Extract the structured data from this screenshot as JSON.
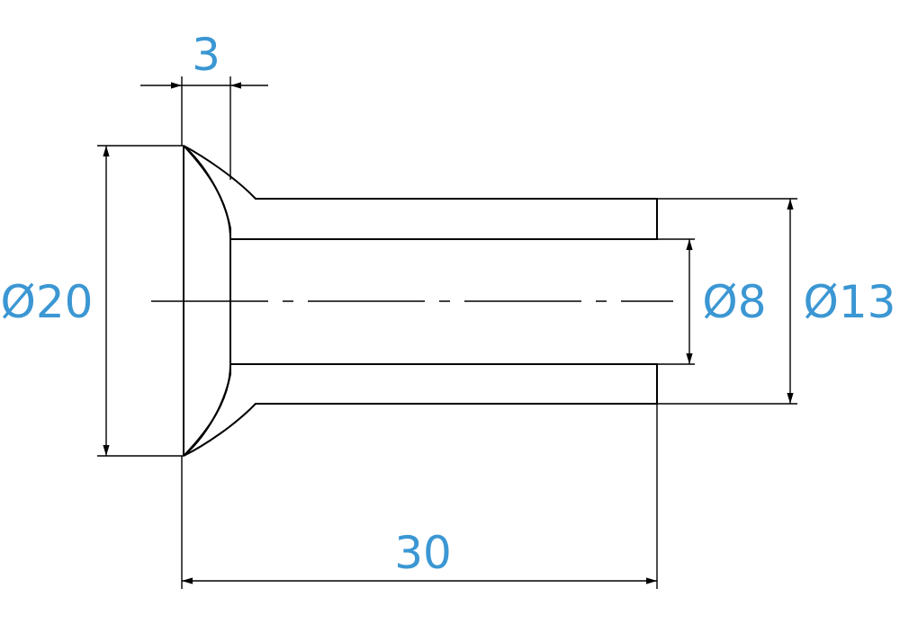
{
  "drawing": {
    "dimensions": {
      "head_thickness": "3",
      "head_diameter": "Ø20",
      "bore_diameter": "Ø8",
      "shank_diameter": "Ø13",
      "overall_length": "30"
    },
    "colors": {
      "dimension_text": "#3b97d3",
      "lines": "#000000",
      "background": "#ffffff"
    }
  }
}
